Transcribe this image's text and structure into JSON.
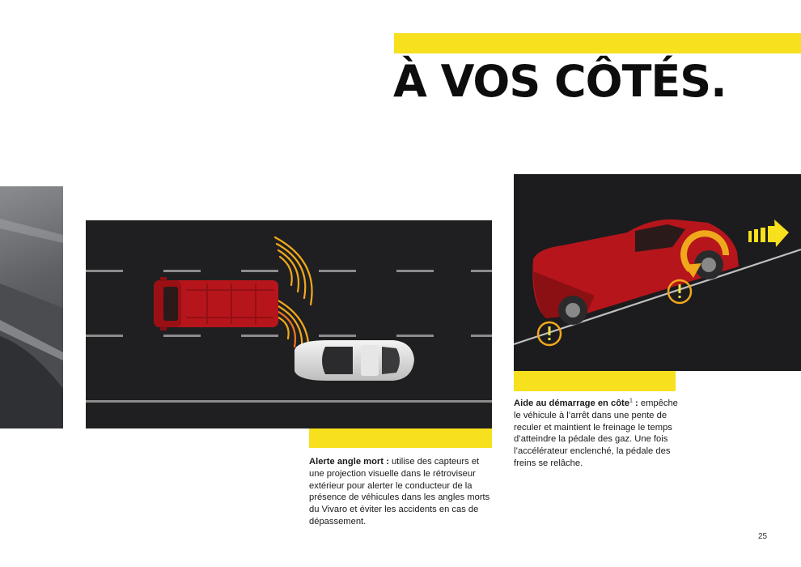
{
  "page": {
    "title": "À VOS CÔTÉS.",
    "page_number": "25"
  },
  "features": [
    {
      "name": "Alerte angle mort :",
      "description": " utilise des capteurs et une projection visuelle dans le rétroviseur extérieur pour alerter le conducteur de la présence de véhicules dans les angles morts du Vivaro et éviter les accidents en cas de dépassement.",
      "illustration": "blind-spot-alert-illustration"
    },
    {
      "name": "Aide au démarrage en côte",
      "footnote": "1",
      "name_suffix": " :",
      "description": " empêche le véhicule à l’arrêt dans une pente de reculer et maintient le freinage le temps d’atteindre la pédale des gaz. Une fois l’accélérateur enclenché, la pédale des freins se relâche.",
      "illustration": "hill-start-assist-illustration"
    }
  ],
  "colors": {
    "accent_yellow": "#f7e01d",
    "van_red": "#b5151b",
    "road_dark": "#1f1f21",
    "warning_orange": "#f0a020"
  }
}
